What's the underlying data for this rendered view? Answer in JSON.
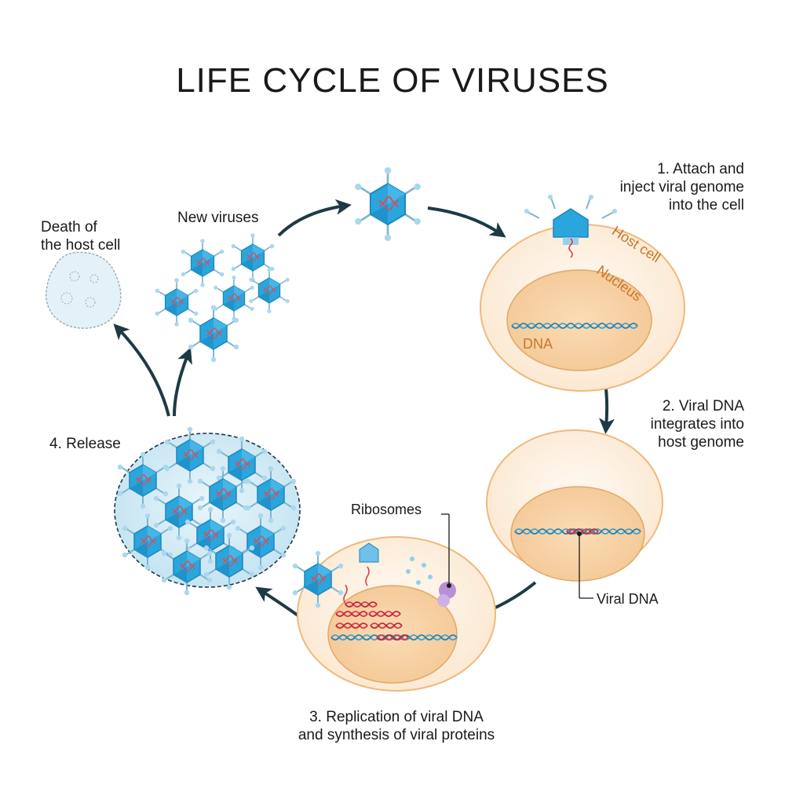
{
  "title": "LIFE CYCLE OF VIRUSES",
  "steps": {
    "step1": "1. Attach and\ninject viral genome\ninto the cell",
    "step2": "2. Viral DNA\nintegrates into\nhost genome",
    "step3": "3. Replication of viral DNA\nand synthesis of viral proteins",
    "step4": "4. Release"
  },
  "labels": {
    "new_viruses": "New viruses",
    "death": "Death of\nthe host cell",
    "host_cell": "Host cell",
    "nucleus": "Nucleus",
    "dna": "DNA",
    "ribosomes": "Ribosomes",
    "viral_dna": "Viral DNA"
  },
  "colors": {
    "virus_fill": "#2aa6dd",
    "virus_dark": "#1c86bd",
    "cell_membrane": "#f0b97c",
    "cell_fill": "#fdf1e2",
    "nucleus_fill": "#f7d3a8",
    "arrow": "#1e3a44",
    "label_orange": "#c8762a",
    "dna_blue": "#3aa5d4",
    "dna_red": "#d9394a",
    "ribosome": "#b78fd6"
  }
}
